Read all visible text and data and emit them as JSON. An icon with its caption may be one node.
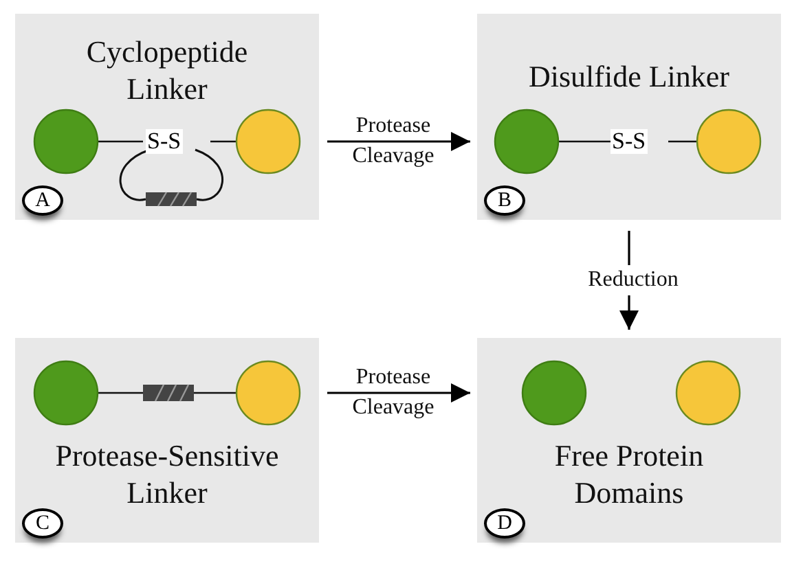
{
  "diagram": {
    "nodes": [
      {
        "text": [
          "Cyclopeptide Linker"
        ]
      },
      {
        "text": [
          "A"
        ],
        "in": 0
      },
      {
        "text": [
          "Disulfide Linker"
        ]
      },
      {
        "text": [
          "B"
        ],
        "in": 2
      },
      {
        "text": [
          "Protease-Sensitive Linker"
        ]
      },
      {
        "text": [
          "C"
        ],
        "in": 4
      },
      {
        "text": [
          "Free Protein Domains"
        ]
      },
      {
        "text": [
          "D"
        ],
        "in": 6
      }
    ],
    "edges": [
      {
        "from": 0,
        "to": 2,
        "arrow": "to",
        "label": "Protease Cleavage"
      },
      {
        "from": 2,
        "to": 6,
        "arrow": "to",
        "label": "Reduction"
      },
      {
        "from": 4,
        "to": 6,
        "arrow": "to",
        "label": "Protease Cleavage"
      }
    ],
    "labels": [
      "S-S",
      "S-S"
    ]
  }
}
